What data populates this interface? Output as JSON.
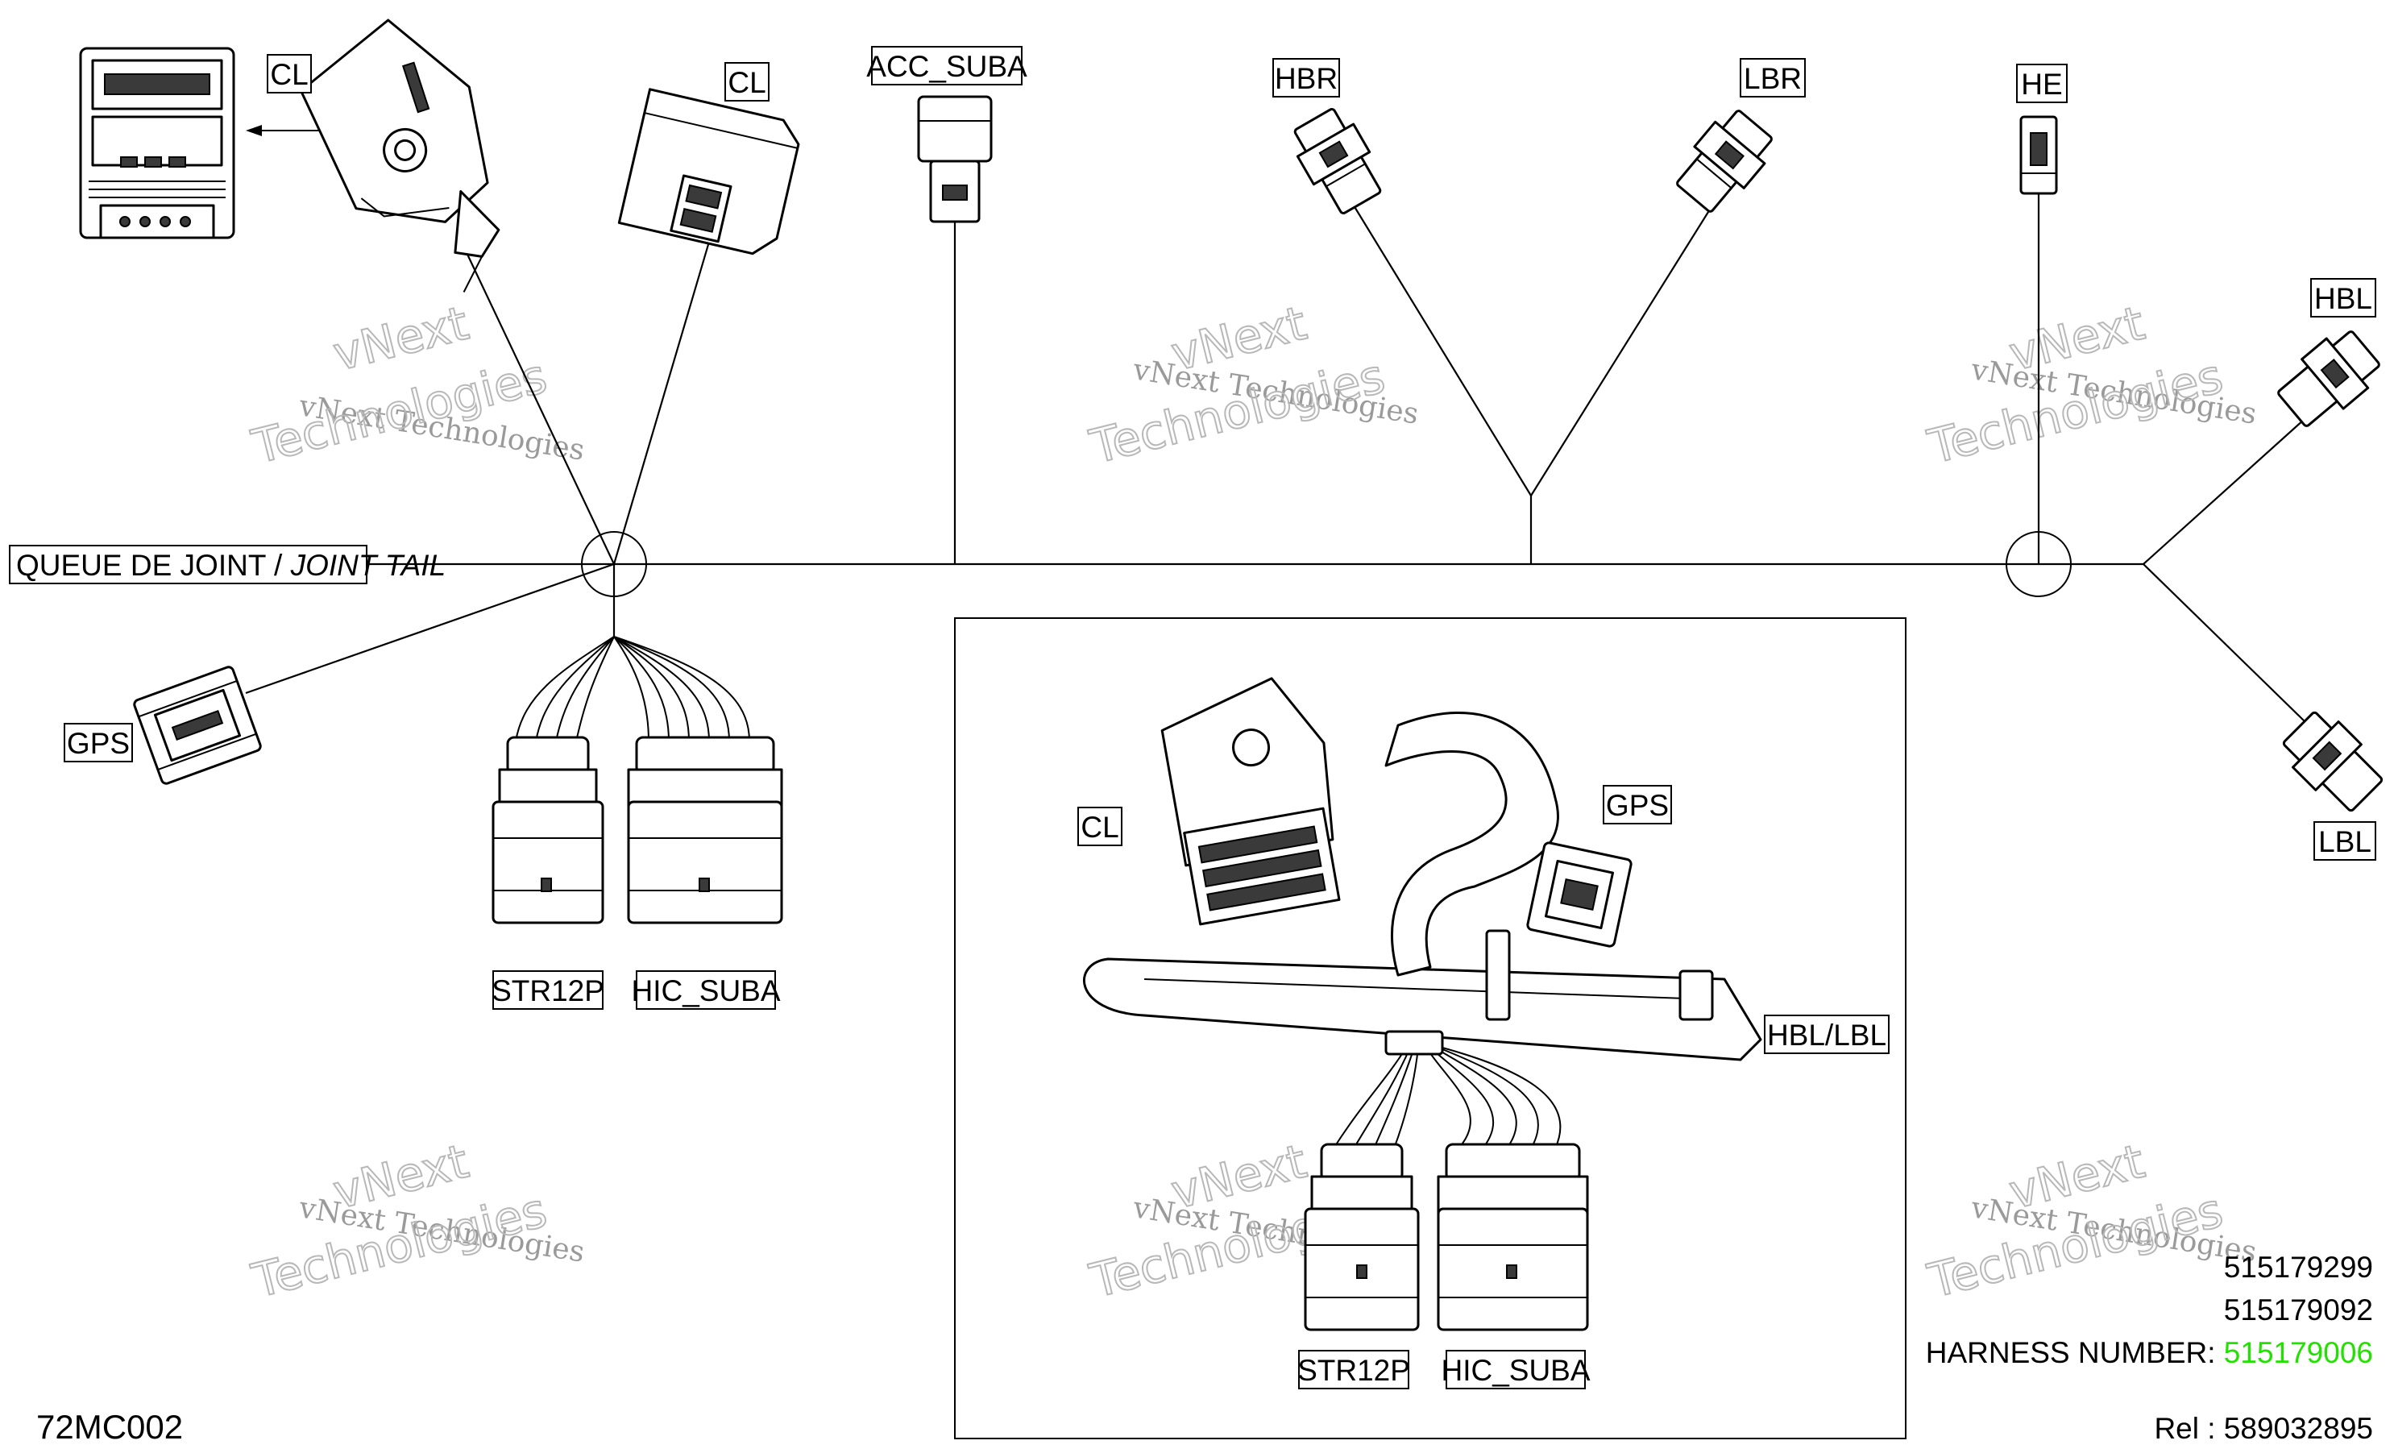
{
  "labels": {
    "cl_top_left": "CL",
    "cl_top": "CL",
    "acc_suba": "ACC_SUBA",
    "hbr": "HBR",
    "lbr": "LBR",
    "he": "HE",
    "hbl": "HBL",
    "lbl": "LBL",
    "gps": "GPS",
    "str12p": "STR12P",
    "hic_suba": "HIC_SUBA",
    "joint_tail_fr": "QUEUE DE JOINT / ",
    "joint_tail_en": "JOINT TAIL",
    "inset_cl": "CL",
    "inset_gps": "GPS",
    "inset_hbl_lbl": "HBL/LBL",
    "inset_str12p": "STR12P",
    "inset_hic_suba": "HIC_SUBA"
  },
  "watermark": {
    "line1": "vNext Technologies",
    "line2": "vNext",
    "line3": "Technologies"
  },
  "footer": {
    "drawing_code": "72MC002",
    "harness_label": "HARNESS NUMBER",
    "harness_numbers": [
      "515179299",
      "515179092",
      "515179006"
    ],
    "ref_label": "Rel : ",
    "ref_number": "589032895"
  },
  "colors": {
    "harness_1": "#8b0000",
    "harness_2": "#e00000",
    "harness_3": "#22e000"
  }
}
